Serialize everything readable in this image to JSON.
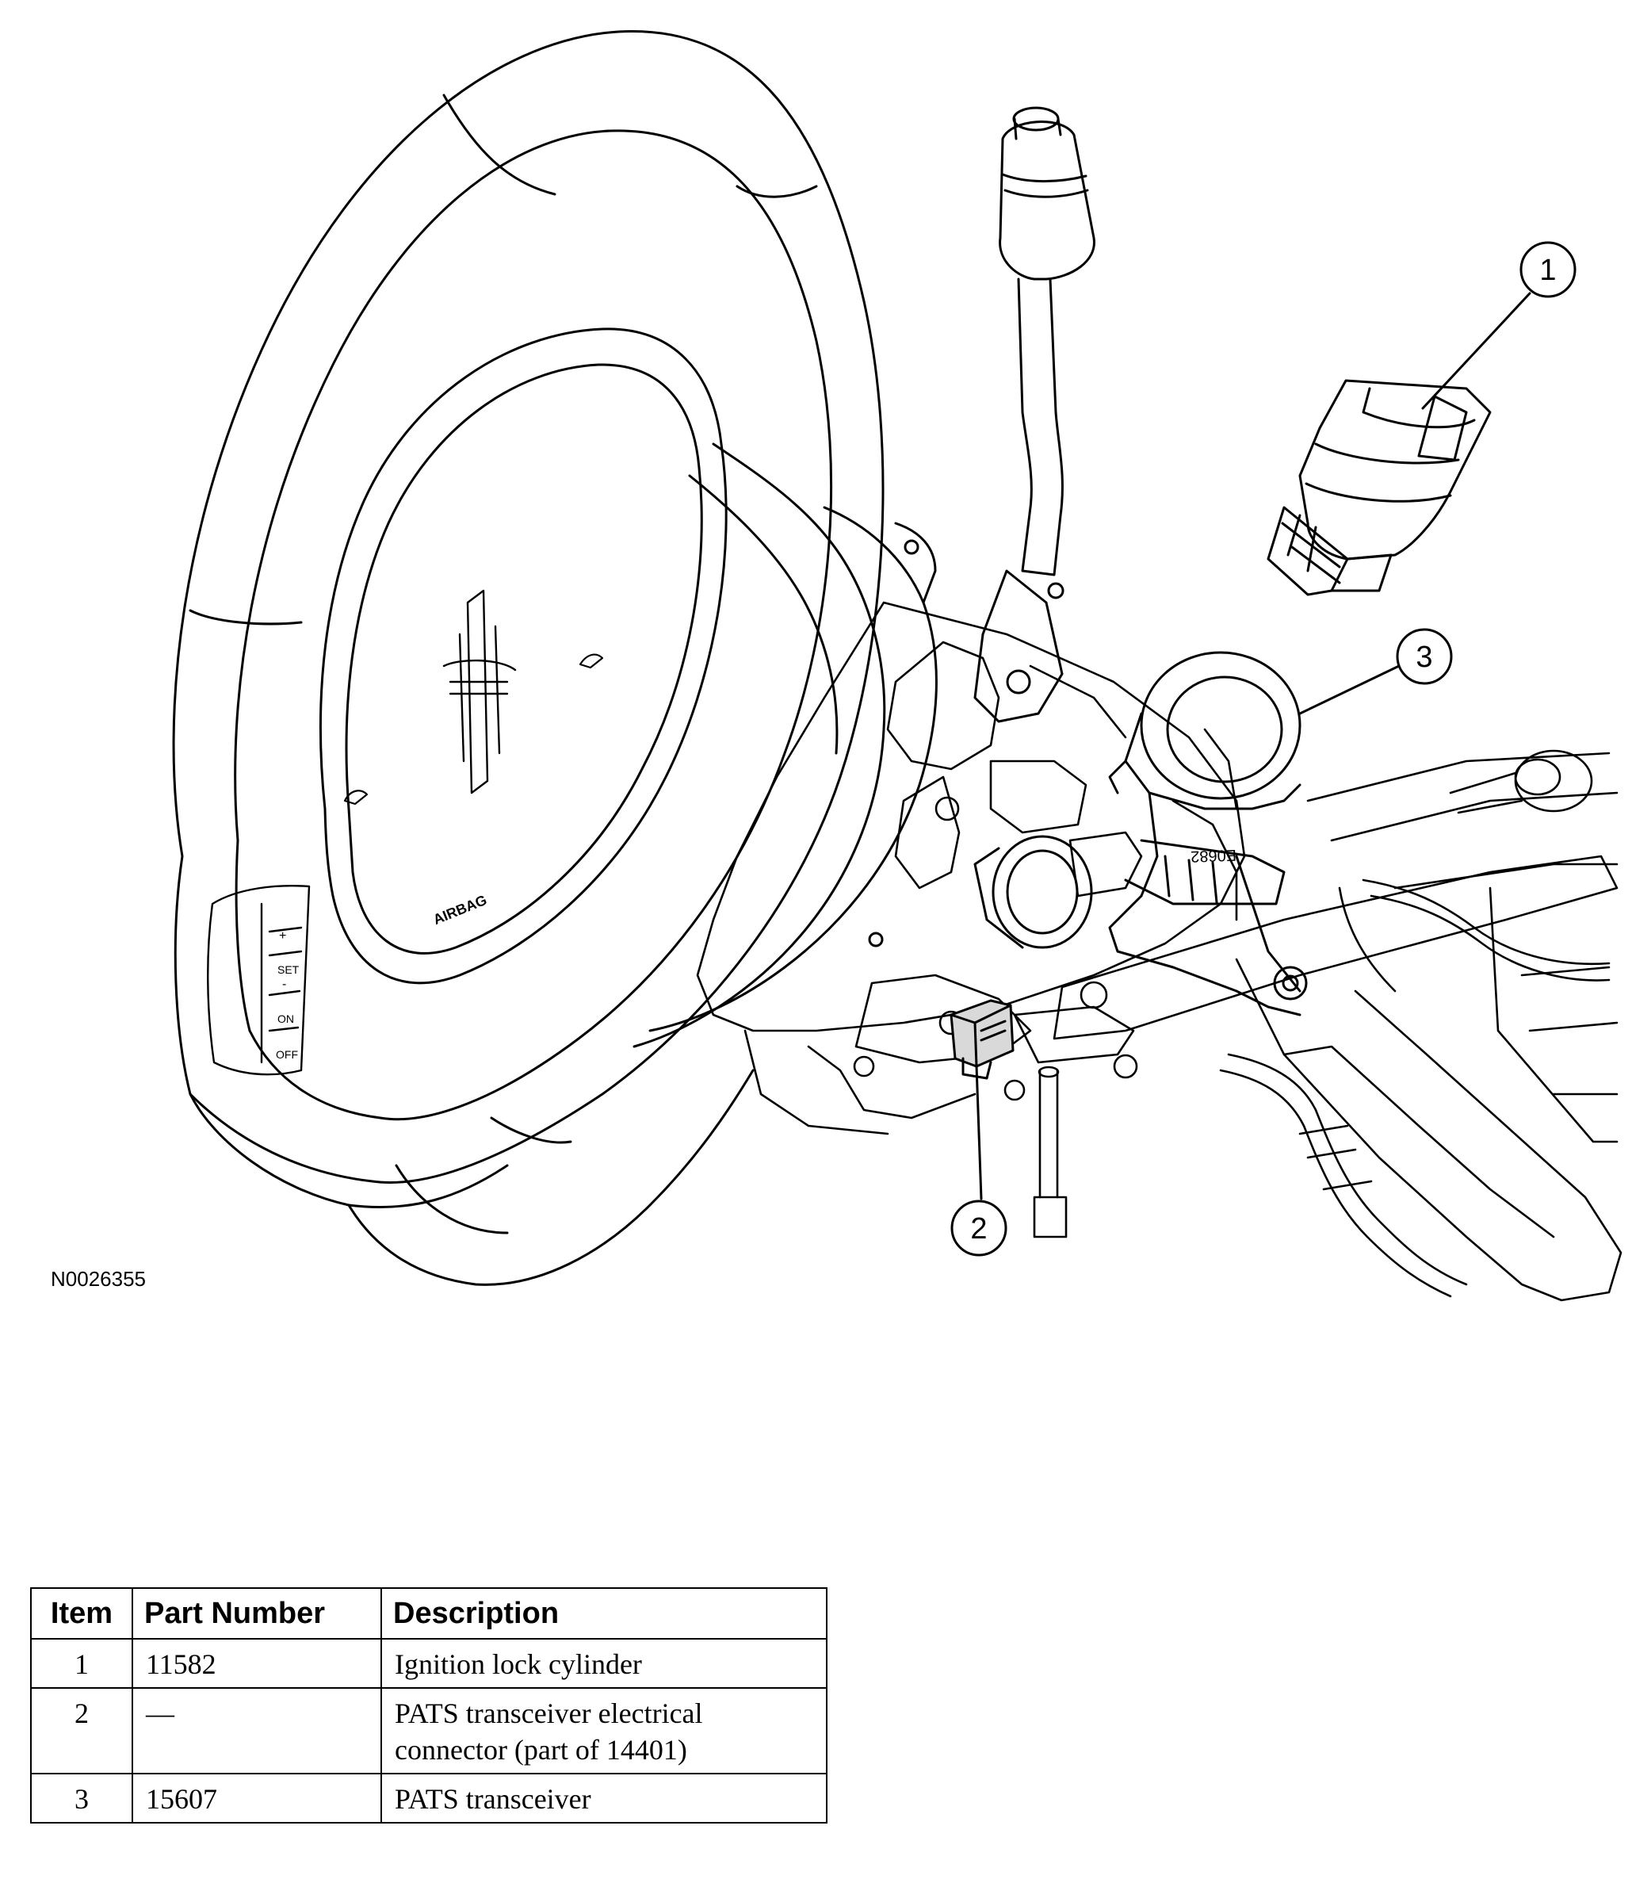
{
  "figure_id": "N0026355",
  "callouts": [
    {
      "number": "1",
      "target": "ignition-lock-cylinder"
    },
    {
      "number": "2",
      "target": "pats-transceiver-electrical-connector"
    },
    {
      "number": "3",
      "target": "pats-transceiver"
    }
  ],
  "wheel_markings": {
    "airbag": "AIRBAG",
    "set": "SET",
    "on": "ON",
    "off": "OFF",
    "plus": "+",
    "minus": "-"
  },
  "part_marking": "E0682",
  "table": {
    "headers": {
      "item": "Item",
      "part_number": "Part Number",
      "description": "Description"
    },
    "rows": [
      {
        "item": "1",
        "part_number": "11582",
        "description_lines": [
          "Ignition lock cylinder"
        ]
      },
      {
        "item": "2",
        "part_number": "—",
        "description_lines": [
          "PATS transceiver electrical",
          "connector (part of 14401)"
        ]
      },
      {
        "item": "3",
        "part_number": "15607",
        "description_lines": [
          "PATS transceiver"
        ]
      }
    ]
  }
}
